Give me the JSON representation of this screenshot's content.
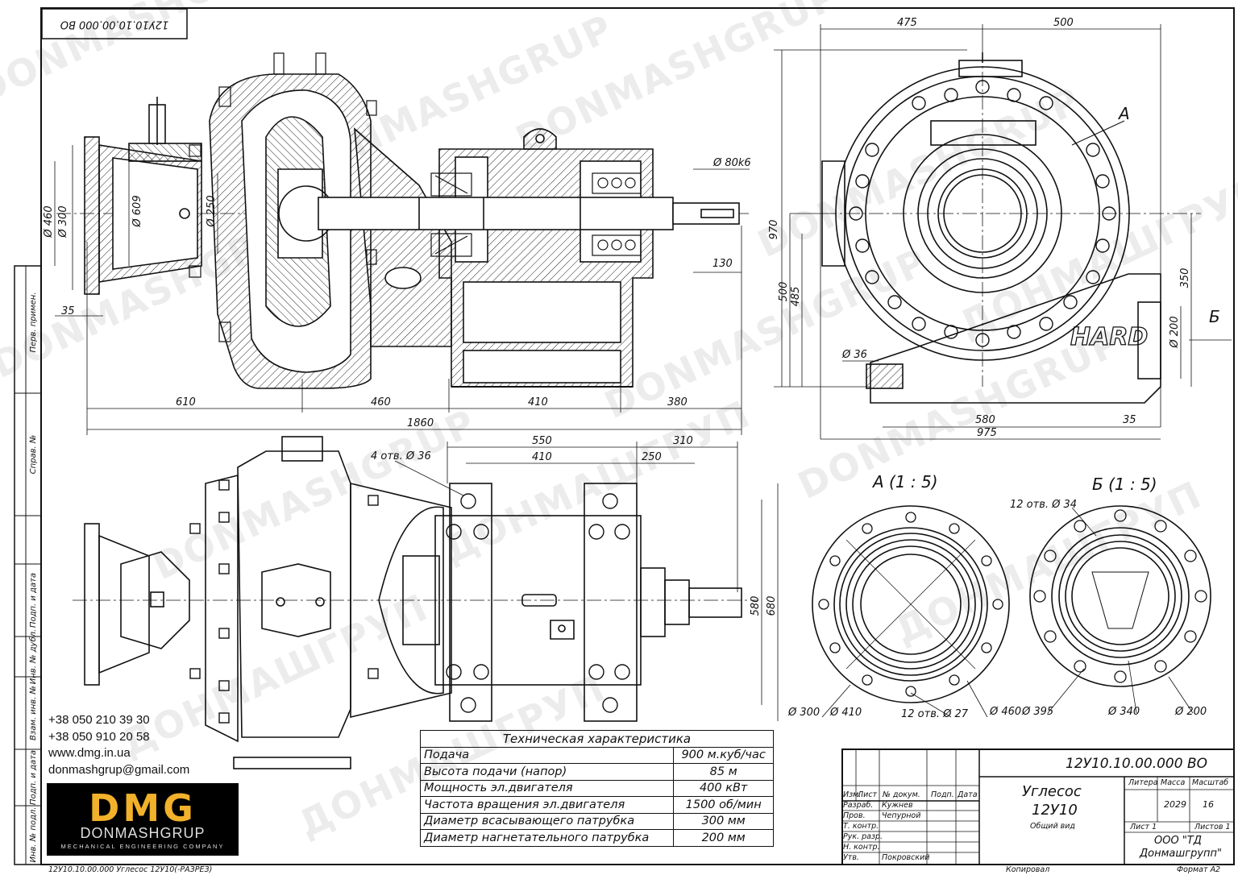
{
  "drawing": {
    "code_top_rotated": "12У10.10.00.000 ВО",
    "code_bottom": "12У10.10.00.000 Углесос 12У10(-РАЗРЕЗ)",
    "watermark_latin": "DONMASHGRUP",
    "watermark_cyrillic": "ДОНМАШГРУП",
    "section_a": "А (1 : 5)",
    "section_b": "Б (1 : 5)",
    "label_a": "А",
    "label_b": "Б",
    "hard_mark": "HARD"
  },
  "side_stamp": [
    "Перв. примен.",
    "Справ. №",
    "Подп. и дата",
    "Инв. № дубл.",
    "Взам. инв. №",
    "Подп. и дата",
    "Инв. № подл."
  ],
  "dimensions": {
    "d460": "Ø 460",
    "d300": "Ø 300",
    "d609": "Ø 609",
    "d250": "Ø 250",
    "d80k6": "Ø 80k6",
    "d130": "130",
    "d35a": "35",
    "d610": "610",
    "d460l": "460",
    "d410": "410",
    "d380": "380",
    "d1860": "1860",
    "d475": "475",
    "d500": "500",
    "d970": "970",
    "d500v": "500",
    "d485": "485",
    "d350": "350",
    "d200": "Ø 200",
    "d36": "Ø 36",
    "d580": "580",
    "d35b": "35",
    "d975": "975",
    "d550": "550",
    "d310": "310",
    "holes4": "4 отв. Ø 36",
    "d410b": "410",
    "d250b": "250",
    "d580v": "580",
    "d680v": "680",
    "a_d300": "Ø 300",
    "a_d410": "Ø 410",
    "a_holes": "12 отв. Ø 27",
    "a_d460": "Ø 460",
    "b_holes": "12 отв. Ø 34",
    "b_d395": "Ø 395",
    "b_d340": "Ø 340",
    "b_d200": "Ø 200"
  },
  "contacts": {
    "phone1": "+38 050 210 39 30",
    "phone2": "+38 050 910 20 58",
    "site": "www.dmg.in.ua",
    "email": "donmashgrup@gmail.com"
  },
  "logo": {
    "big": "DMG",
    "name": "DONMASHGRUP",
    "tagline": "MECHANICAL ENGINEERING COMPANY"
  },
  "spec_table": {
    "title": "Техническая характеристика",
    "rows": [
      {
        "param": "Подача",
        "value": "900 м.куб/час"
      },
      {
        "param": "Высота подачи (напор)",
        "value": "85 м"
      },
      {
        "param": "Мощность эл.двигателя",
        "value": "400 кВт"
      },
      {
        "param": "Частота вращения эл.двигателя",
        "value": "1500 об/мин"
      },
      {
        "param": "Диаметр всасывающего патрубка",
        "value": "300 мм"
      },
      {
        "param": "Диаметр нагнетательного патрубка",
        "value": "200 мм"
      }
    ]
  },
  "title_block": {
    "code": "12У10.10.00.000 ВО",
    "name1": "Углесос",
    "name2": "12У10",
    "view": "Общий вид",
    "col_izm": "Изм.",
    "col_list": "Лист",
    "col_doc": "№ докум.",
    "col_sign": "Подп.",
    "col_date": "Дата",
    "razrab": "Разраб.",
    "razrab_name": "Кужнев",
    "prov": "Пров.",
    "prov_name": "Чепурной",
    "tkontr": "Т. контр.",
    "ruk": "Рук. разр.",
    "nkontr": "Н. контр.",
    "utv": "Утв.",
    "utv_name": "Покровский",
    "litera": "Литера",
    "massa": "Масса",
    "masshtab": "Масштаб",
    "mass_value": "2029",
    "scale_value": "16",
    "sheet": "Лист 1",
    "sheets": "Листов 1",
    "org1": "ООО \"ТД",
    "org2": "Донмашгрупп\"",
    "copied": "Копировал",
    "format": "Формат А2"
  }
}
